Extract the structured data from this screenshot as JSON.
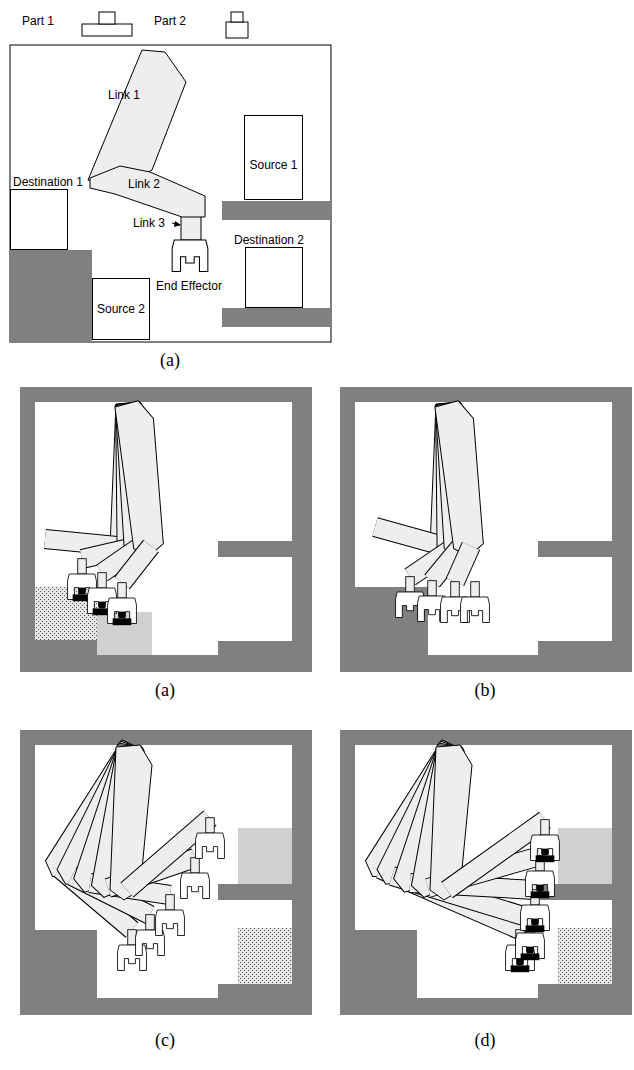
{
  "diagram": {
    "nodes": [
      {
        "text": [
          "Link 1"
        ]
      },
      {
        "text": [
          "Source 1"
        ]
      },
      {
        "text": [
          "Link 2"
        ]
      },
      {
        "text": [
          "Destination 1"
        ]
      },
      {
        "text": [
          "Destination 2"
        ]
      },
      {
        "text": [
          "Source 2"
        ]
      }
    ],
    "labels": [
      "Part 1",
      "Part 2",
      "Link 3",
      "End Effector",
      "(a)",
      "(a)",
      "(b)",
      "(c)",
      "(d)"
    ]
  }
}
